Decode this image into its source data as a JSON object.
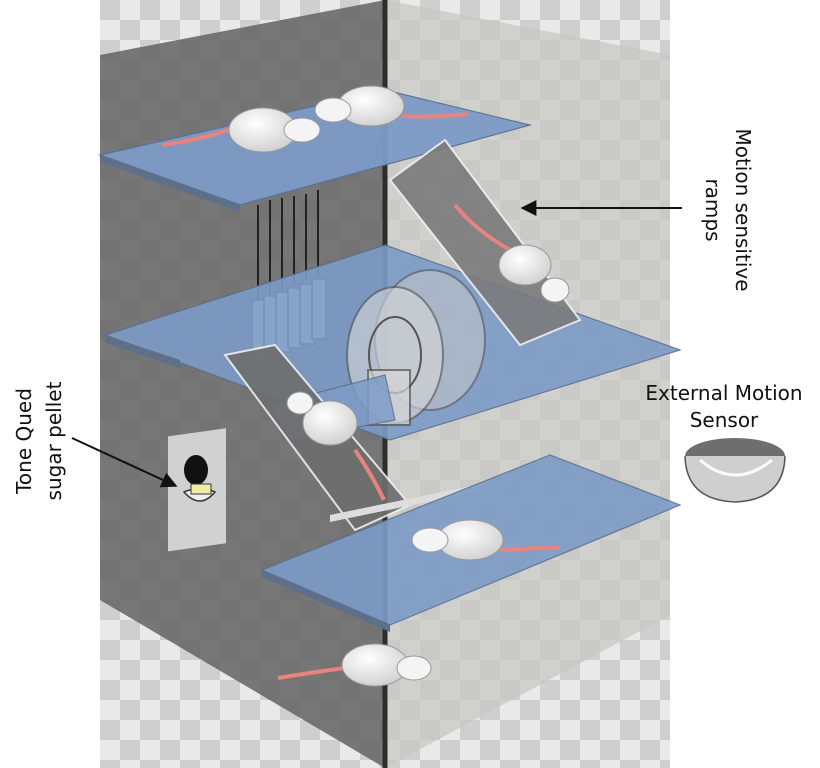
{
  "labels": {
    "motion_sensitive_ramps": [
      "Motion sensitive",
      "ramps"
    ],
    "external_motion_sensor": [
      "External Motion",
      "Sensor"
    ],
    "tone_qued_sugar_pellet": [
      "Tone Qued",
      "sugar pellet"
    ]
  },
  "colors": {
    "shelf_fill": "#7d9bc7",
    "left_wall": "#5a5a5a",
    "right_wall": "#b8b8b4",
    "ramp_fill": "#7a7a7a",
    "rat_body": "#f4f4f4",
    "rat_tail": "#e8837e",
    "arrow": "#111111"
  }
}
